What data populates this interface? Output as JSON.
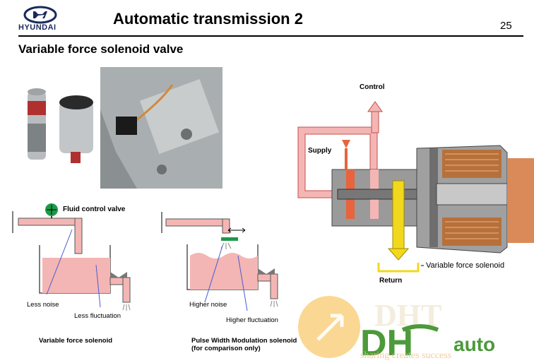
{
  "header": {
    "brand": "HYUNDAI",
    "title": "Automatic transmission 2",
    "page_number": "25"
  },
  "subtitle": "Variable force solenoid valve",
  "diagram_left": {
    "fluid_valve_label": "Fluid control valve",
    "less_noise": "Less noise",
    "less_fluctuation": "Less fluctuation",
    "caption": "Variable force solenoid"
  },
  "diagram_middle": {
    "higher_noise": "Higher noise",
    "higher_fluctuation": "Higher fluctuation",
    "caption_line1": "Pulse Width Modulation solenoid",
    "caption_line2": "(for comparison only)"
  },
  "diagram_right": {
    "control": "Control",
    "supply": "Supply",
    "return": "Return",
    "solenoid_label": "Variable force solenoid"
  },
  "watermark": {
    "text": "auto",
    "tagline": "sharing creates success"
  },
  "colors": {
    "pink": "#f4b6b4",
    "orange_red": "#e8643c",
    "yellow": "#f2d81c",
    "gray": "#9a9a9a",
    "green": "#1c9a4a"
  }
}
